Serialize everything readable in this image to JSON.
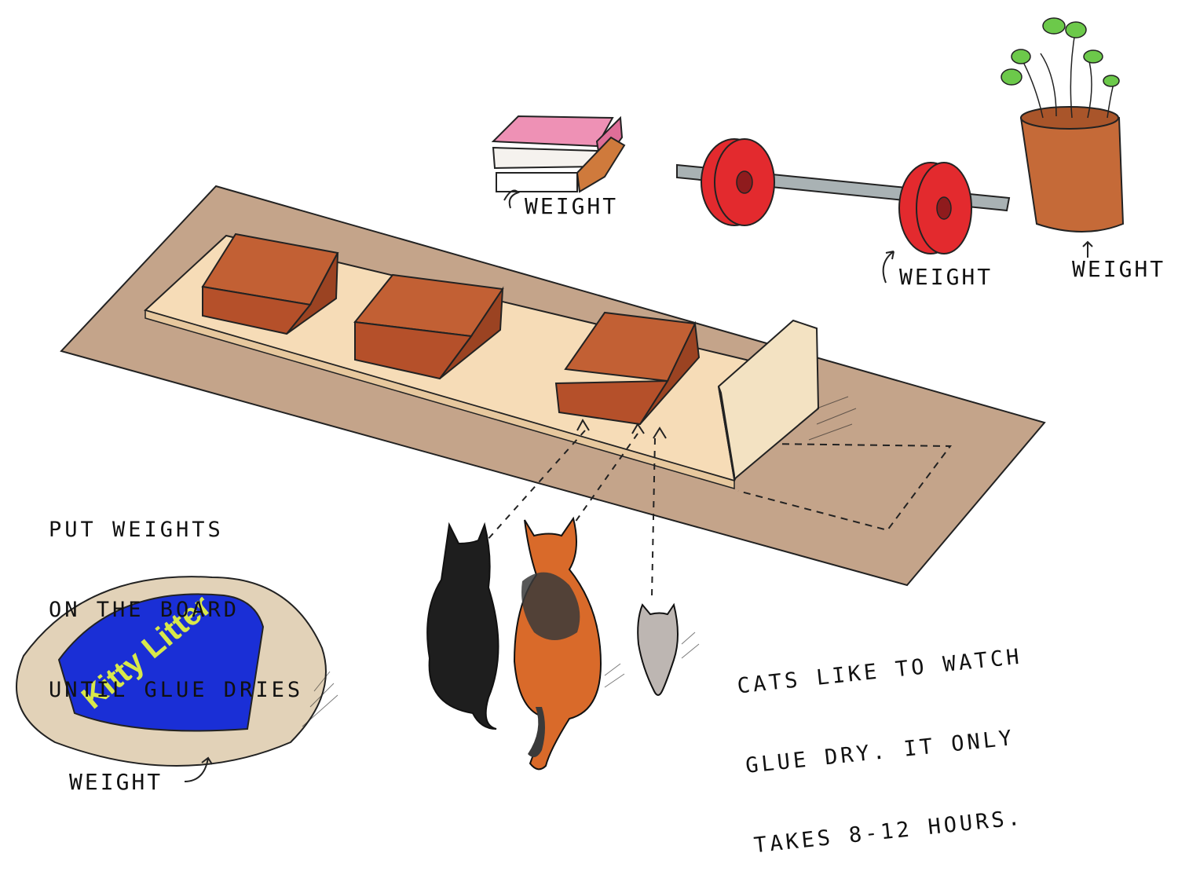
{
  "labels": {
    "books": "WEIGHT",
    "barbell": "WEIGHT",
    "pot": "WEIGHT",
    "litter": "WEIGHT"
  },
  "notes": {
    "board_line1": "PUT WEIGHTS",
    "board_line2": "ON THE BOARD",
    "board_line3": "UNTIL GLUE DRIES",
    "cats_line1": "CATS LIKE TO WATCH",
    "cats_line2": "GLUE DRY. IT ONLY",
    "cats_line3": "TAKES 8-12 HOURS."
  },
  "bag_text": "Kitty Litter",
  "colors": {
    "paper": "#c4a48a",
    "board": "#f6dcb7",
    "brick": "#b5502a",
    "book_pink": "#ee91b5",
    "book_orange": "#cf7a3c",
    "plate_red": "#e32a2e",
    "bar_grey": "#a9b2b4",
    "pot_terracotta": "#c56a38",
    "leaf_green": "#6cc94a",
    "bag_blue": "#1a2fd6",
    "bag_tan": "#e2d2b8",
    "bag_text_yellow": "#d8e84a",
    "cat_black": "#1e1e1e",
    "cat_orange": "#d96a2a",
    "cat_grey": "#bdb6b2"
  }
}
